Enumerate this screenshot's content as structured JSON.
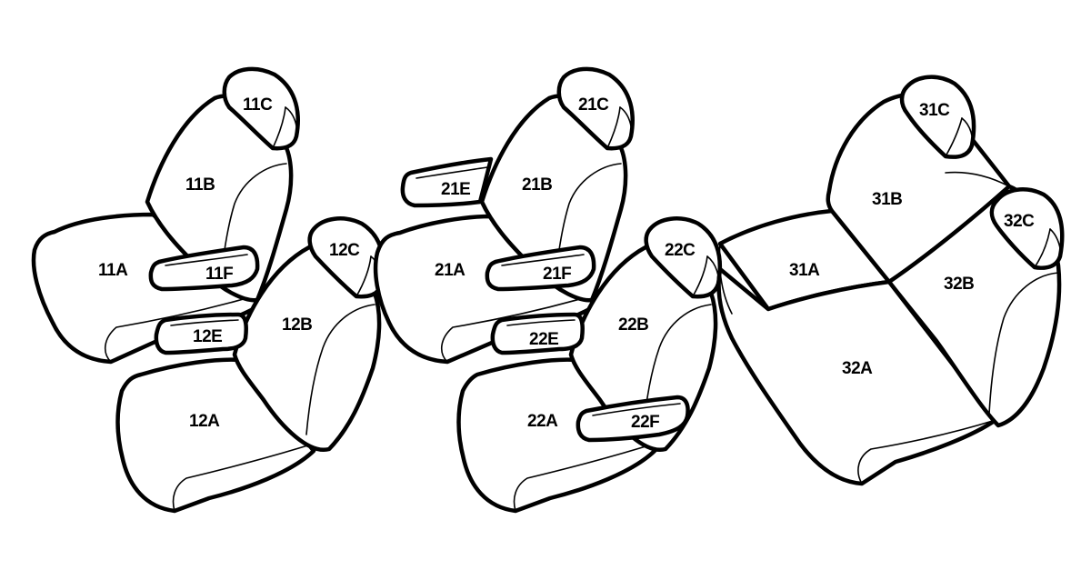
{
  "labels": {
    "11A": "11A",
    "11B": "11B",
    "11C": "11C",
    "11F": "11F",
    "12A": "12A",
    "12B": "12B",
    "12C": "12C",
    "12E": "12E",
    "21A": "21A",
    "21B": "21B",
    "21C": "21C",
    "21E": "21E",
    "21F": "21F",
    "22A": "22A",
    "22B": "22B",
    "22C": "22C",
    "22E": "22E",
    "22F": "22F",
    "31A": "31A",
    "31B": "31B",
    "31C": "31C",
    "32A": "32A",
    "32B": "32B",
    "32C": "32C"
  }
}
